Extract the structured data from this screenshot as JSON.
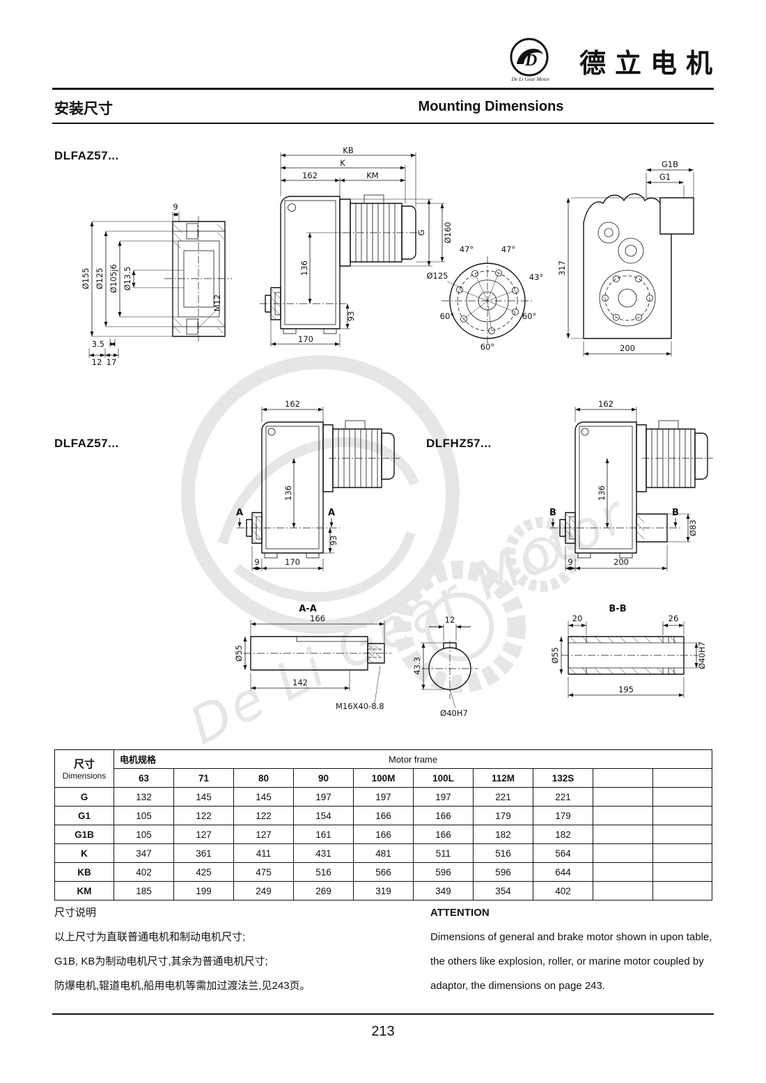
{
  "header": {
    "brand": "德立电机",
    "logo_text": "De Li Gear Motor",
    "logo_initial": "D",
    "title_zh": "安装尺寸",
    "title_en": "Mounting Dimensions"
  },
  "models": {
    "m1": "DLFAZ57...",
    "m2": "DLFAZ57...",
    "m3": "DLFHZ57..."
  },
  "drawings": {
    "d1_left": {
      "o155": "Ø155",
      "o125": "Ø125",
      "o105": "Ø105j6",
      "o13": "Ø13.5",
      "n9": "9",
      "m12": "M12",
      "n3_5": "3.5",
      "n12": "12",
      "n17": "17"
    },
    "d1_front": {
      "kb": "KB",
      "k": "K",
      "n162": "162",
      "km": "KM",
      "g": "G",
      "o160": "Ø160",
      "n136": "136",
      "n93": "93",
      "n170": "170"
    },
    "d1_flange": {
      "a47a": "47°",
      "a47b": "47°",
      "a43": "43°",
      "o125": "Ø125",
      "a60a": "60°",
      "a60b": "60°",
      "a60c": "60°"
    },
    "d1_side": {
      "g1b": "G1B",
      "g1": "G1",
      "n317": "317",
      "n200": "200"
    },
    "d2": {
      "n162": "162",
      "n136": "136",
      "n93": "93",
      "a": "A",
      "n9": "9",
      "n170": "170"
    },
    "d3": {
      "n162": "162",
      "n136": "136",
      "o83": "Ø83",
      "b": "B",
      "n9": "9",
      "n200": "200"
    },
    "sec_aa": {
      "title": "A-A",
      "n166": "166",
      "o55": "Ø55",
      "n142": "142",
      "thread": "M16X40-8.8"
    },
    "bore": {
      "n12": "12",
      "n43": "43.3",
      "o40": "Ø40H7"
    },
    "sec_bb": {
      "title": "B-B",
      "n20": "20",
      "n26": "26",
      "o55": "Ø55",
      "n195": "195",
      "o40": "Ø40H7"
    }
  },
  "watermark": {
    "text": "De Li Gear Motor"
  },
  "table": {
    "dim_zh": "尺寸",
    "dim_en": "Dimensions",
    "motor_zh": "电机规格",
    "motor_en": "Motor frame",
    "columns": [
      "63",
      "71",
      "80",
      "90",
      "100M",
      "100L",
      "112M",
      "132S"
    ],
    "rows": [
      {
        "label": "G",
        "values": [
          "132",
          "145",
          "145",
          "197",
          "197",
          "197",
          "221",
          "221"
        ]
      },
      {
        "label": "G1",
        "values": [
          "105",
          "122",
          "122",
          "154",
          "166",
          "166",
          "179",
          "179"
        ]
      },
      {
        "label": "G1B",
        "values": [
          "105",
          "127",
          "127",
          "161",
          "166",
          "166",
          "182",
          "182"
        ]
      },
      {
        "label": "K",
        "values": [
          "347",
          "361",
          "411",
          "431",
          "481",
          "511",
          "516",
          "564"
        ]
      },
      {
        "label": "KB",
        "values": [
          "402",
          "425",
          "475",
          "516",
          "566",
          "596",
          "596",
          "644"
        ]
      },
      {
        "label": "KM",
        "values": [
          "185",
          "199",
          "249",
          "269",
          "319",
          "349",
          "354",
          "402"
        ]
      }
    ]
  },
  "notes": {
    "zh_title": "尺寸说明",
    "zh1": "以上尺寸为直联普通电机和制动电机尺寸;",
    "zh2": "G1B, KB为制动电机尺寸,其余为普通电机尺寸;",
    "zh3": "防爆电机,辊道电机,船用电机等需加过渡法兰,见243页。",
    "en_title": "ATTENTION",
    "en1": "Dimensions of general and brake motor shown in upon table,",
    "en2": "the others like explosion, roller, or marine motor coupled by",
    "en3": "adaptor, the dimensions on page 243."
  },
  "footer": {
    "page": "213"
  }
}
